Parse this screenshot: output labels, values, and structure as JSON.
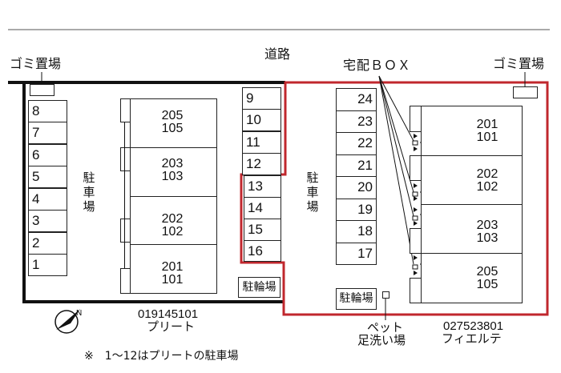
{
  "road_label": "道路",
  "garbage_left_label": "ゴミ置場",
  "garbage_right_label": "ゴミ置場",
  "delivery_box_label": "宅配ＢＯＸ",
  "left_lot": {
    "parking_label": [
      "駐",
      "車",
      "場"
    ],
    "spots": [
      "8",
      "7",
      "6",
      "5",
      "4",
      "3",
      "2",
      "1"
    ],
    "spots_mid": [
      "9",
      "10",
      "11",
      "12",
      "13",
      "14",
      "15",
      "16"
    ],
    "bicycle_label": "駐輪場",
    "building_units": [
      {
        "upper": "205",
        "lower": "105"
      },
      {
        "upper": "203",
        "lower": "103"
      },
      {
        "upper": "202",
        "lower": "102"
      },
      {
        "upper": "201",
        "lower": "101"
      }
    ],
    "property_code": "019145101",
    "property_name": "プリート"
  },
  "right_lot": {
    "parking_label": [
      "駐",
      "車",
      "場"
    ],
    "spots": [
      "24",
      "23",
      "22",
      "21",
      "20",
      "19",
      "18",
      "17"
    ],
    "bicycle_label": "駐輪場",
    "pet_label_1": "ペット",
    "pet_label_2": "足洗い場",
    "building_units": [
      {
        "upper": "201",
        "lower": "101"
      },
      {
        "upper": "202",
        "lower": "102"
      },
      {
        "upper": "203",
        "lower": "103"
      },
      {
        "upper": "205",
        "lower": "105"
      }
    ],
    "property_code": "027523801",
    "property_name": "フィエルテ"
  },
  "footnote": "※　1～12はプリートの駐車場",
  "colors": {
    "boundary_red": "#c0272d",
    "line": "#111111"
  }
}
